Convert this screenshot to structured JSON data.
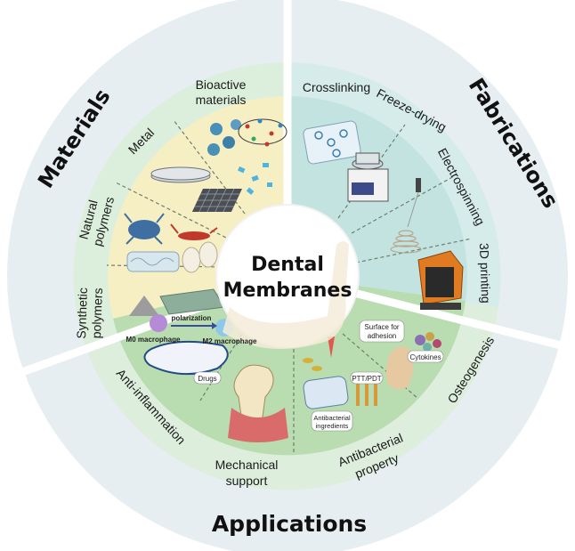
{
  "center": {
    "line1": "Dental",
    "line2": "Membranes"
  },
  "sections": {
    "materials": {
      "title": "Materials",
      "items": {
        "bioactive": [
          "Bioactive",
          "materials"
        ],
        "metal": "Metal",
        "natural": [
          "Natural",
          "polymers"
        ],
        "synthetic": [
          "Synthetic",
          "polymers"
        ]
      }
    },
    "fabrications": {
      "title": "Fabrications",
      "items": {
        "crosslinking": "Crosslinking",
        "freeze": "Freeze-drying",
        "electro": "Electrospinning",
        "printing": "3D printing"
      }
    },
    "applications": {
      "title": "Applications",
      "items": {
        "anti_inflammation": "Anti-inflammation",
        "mechanical": [
          "Mechanical",
          "support"
        ],
        "antibacterial": [
          "Antibacterial",
          "property"
        ],
        "osteogenesis": "Osteogenesis"
      },
      "tags": {
        "m0": "M0 macrophage",
        "polarization": "polarization",
        "m2": "M2 macrophage",
        "drugs": "Drugs",
        "surface": [
          "Surface for",
          "adhesion"
        ],
        "cytokines": "Cytokines",
        "ptt": "PTT/PDT",
        "antibacterial_ing": [
          "Antibacterial",
          "ingredients"
        ]
      }
    }
  },
  "colors": {
    "outer_ring": "#e6eef1",
    "materials_ring": "#dcefdc",
    "materials_fill": "#f6f0c6",
    "fabrications_ring": "#d6ece9",
    "fabrications_fill": "#c2e3e2",
    "applications_ring": "#ddeedd",
    "applications_fill": "#b9deb0",
    "center": "#ffffff"
  }
}
